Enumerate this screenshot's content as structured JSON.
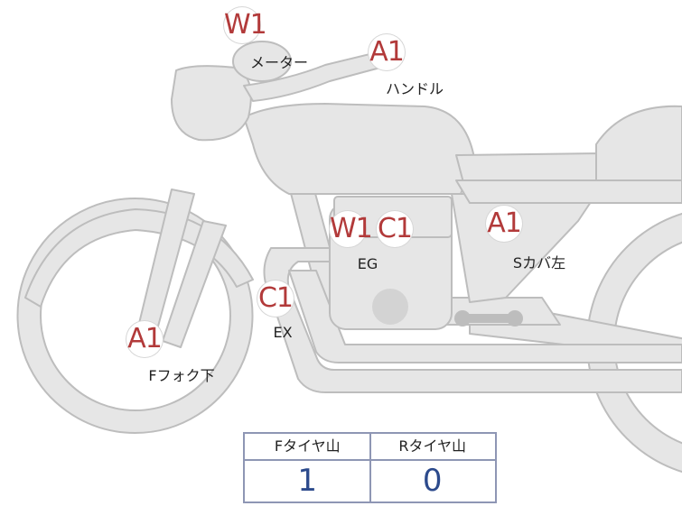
{
  "markers": [
    {
      "id": "meter",
      "grade": "W1",
      "label": "メーター"
    },
    {
      "id": "handle",
      "grade": "A1",
      "label": "ハンドル"
    },
    {
      "id": "eg-w",
      "grade": "W1",
      "label": ""
    },
    {
      "id": "eg-c",
      "grade": "C1",
      "label": "EG"
    },
    {
      "id": "side-cover",
      "grade": "A1",
      "label": "Sカバ左"
    },
    {
      "id": "exhaust",
      "grade": "C1",
      "label": "EX"
    },
    {
      "id": "fork",
      "grade": "A1",
      "label": "Fフォク下"
    }
  ],
  "tire_table": {
    "front_header": "Fタイヤ山",
    "rear_header": "Rタイヤ山",
    "front_value": "1",
    "rear_value": "0"
  },
  "colors": {
    "bike_fill": "#e6e6e6",
    "bike_stroke": "#bdbdbd",
    "grade": "#b23a3a",
    "value": "#2c4a8c",
    "table_border": "#8e96b4"
  }
}
